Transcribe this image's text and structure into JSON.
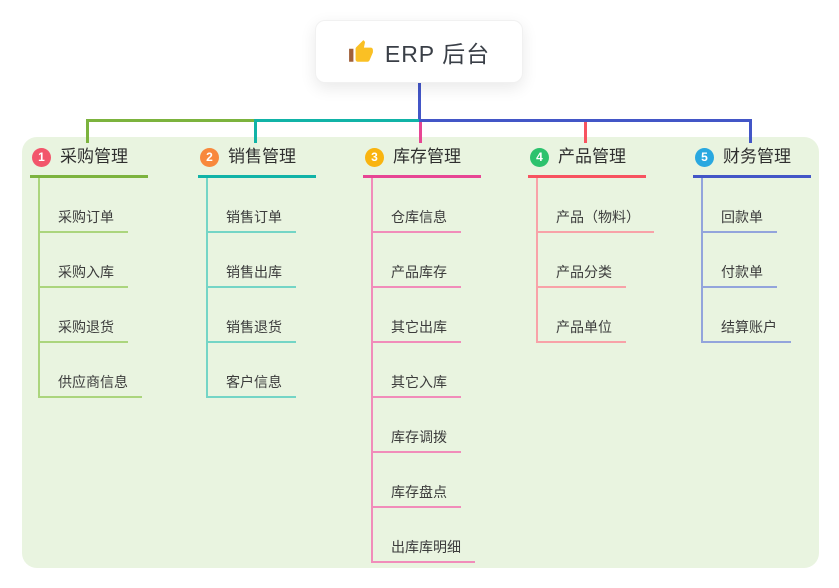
{
  "root": {
    "label": "ERP 后台",
    "icon": "thumbs-up-icon",
    "card_background": "#ffffff"
  },
  "canvas": {
    "panel_background": "#e9f4e0",
    "stem_color": "#4356c7"
  },
  "branches": [
    {
      "number": "1",
      "label": "采购管理",
      "badge_color": "#f2556b",
      "line_color": "#7cb33e",
      "child_line_color": "#abd57d",
      "children": [
        "采购订单",
        "采购入库",
        "采购退货",
        "供应商信息"
      ]
    },
    {
      "number": "2",
      "label": "销售管理",
      "badge_color": "#f8883c",
      "line_color": "#11b3a7",
      "child_line_color": "#74d5c6",
      "children": [
        "销售订单",
        "销售出库",
        "销售退货",
        "客户信息"
      ]
    },
    {
      "number": "3",
      "label": "库存管理",
      "badge_color": "#f9b410",
      "line_color": "#e74694",
      "child_line_color": "#f18cba",
      "children": [
        "仓库信息",
        "产品库存",
        "其它出库",
        "其它入库",
        "库存调拨",
        "库存盘点",
        "出库库明细"
      ]
    },
    {
      "number": "4",
      "label": "产品管理",
      "badge_color": "#2cc26d",
      "line_color": "#f75360",
      "child_line_color": "#f8a2a8",
      "children": [
        "产品（物料）",
        "产品分类",
        "产品单位"
      ]
    },
    {
      "number": "5",
      "label": "财务管理",
      "badge_color": "#29a8e0",
      "line_color": "#4356c7",
      "child_line_color": "#93a4dc",
      "children": [
        "回款单",
        "付款单",
        "结算账户"
      ]
    }
  ]
}
